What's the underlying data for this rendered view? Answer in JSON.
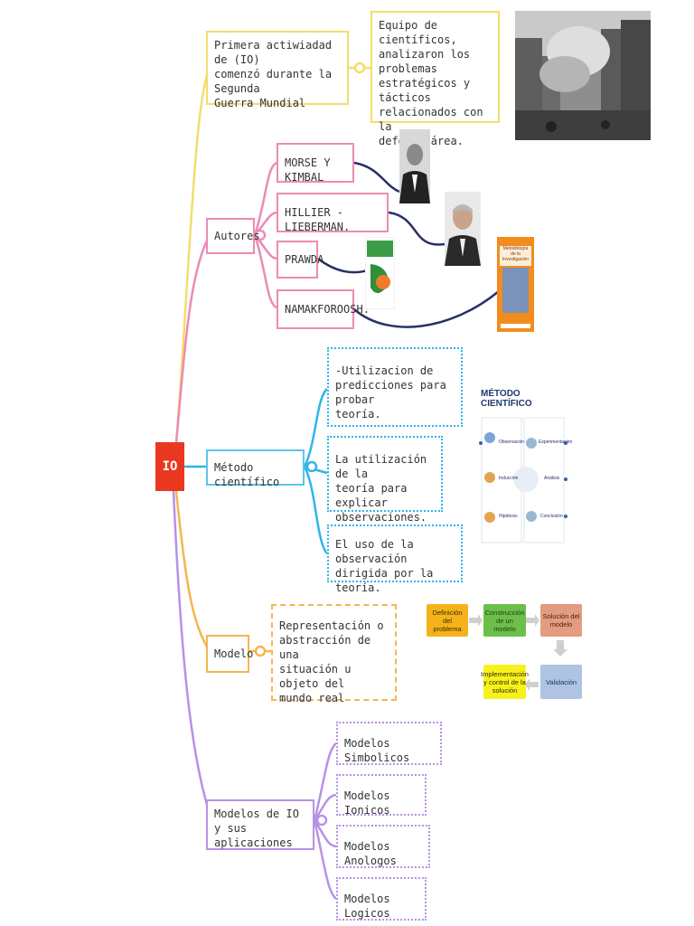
{
  "root": {
    "label": "IO"
  },
  "branches": {
    "historia": {
      "label": "Primera actiwiadad de (IO)\ncomenzó durante la Segunda\nGuerra Mundial",
      "detail": "Equipo de científicos,\nanalizaron los problemas\nestratégicos y tácticos\nrelacionados con la\ndefensa área."
    },
    "autores": {
      "label": "Autores",
      "items": [
        "MORSE Y KIMBAL",
        "HILLIER - LIEBERMAN.",
        "PRAWDA",
        "NAMAKFOROOSH."
      ]
    },
    "metodo": {
      "label": "Método científico",
      "items": [
        "-Utilizacion de\npredicciones para probar\nteoría.",
        "La utilización de la\nteoría para explicar\nobservaciones.",
        "El uso de la observación\ndirigida por la teoría."
      ]
    },
    "modelo": {
      "label": "Modelo",
      "detail": "Representación o\nabstracción de una\nsituación u objeto del\nmundo real"
    },
    "aplicaciones": {
      "label": "Modelos de IO y sus\naplicaciones",
      "items": [
        "Modelos Simbolicos",
        "Modelos Ionicos",
        "Modelos Anologos",
        "Modelos Logicos"
      ]
    }
  },
  "images": {
    "metodo_diagram": {
      "title": "MÉTODO CIENTÍFICO",
      "labels": [
        "Observación",
        "Experimentación",
        "Inducción",
        "Análisis",
        "Hipótesis",
        "Conclusión"
      ]
    },
    "modelo_flow": {
      "steps": [
        "Definición del problema",
        "Construcción de un modelo",
        "Solución del modelo",
        "Validación",
        "Implementación y control de la solución"
      ]
    },
    "book_pic": {
      "title": "Metodología de la Investigación"
    }
  },
  "colors": {
    "root": "#e9381e",
    "yellow": "#f3dd6b",
    "pink": "#ec8bb5",
    "blue": "#2fb4ea",
    "orange": "#f4b651",
    "purple": "#b891e6",
    "navy": "#27306b"
  }
}
